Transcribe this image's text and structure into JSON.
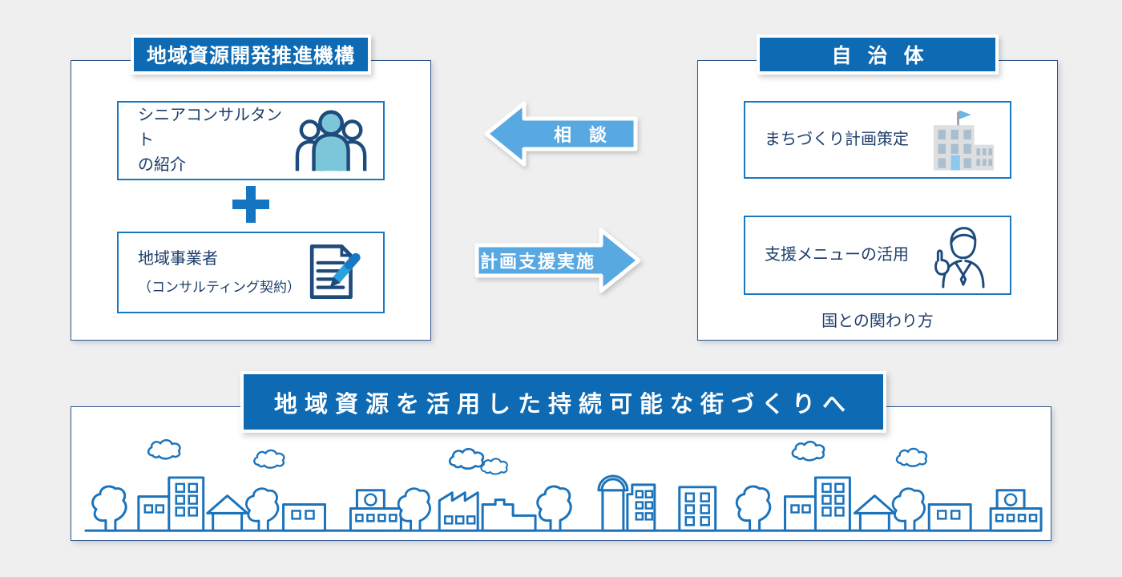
{
  "left_panel": {
    "title": "地域資源開発推進機構",
    "consultant_card": {
      "line1": "シニアコンサルタント",
      "line2": "の紹介",
      "icon": "people-icon"
    },
    "business_card": {
      "line1": "地域事業者",
      "line2": "（コンサルティング契約）",
      "icon": "document-pen-icon"
    },
    "plus_icon": "plus-icon"
  },
  "right_panel": {
    "title": "自治体",
    "plan_card": {
      "label": "まちづくり計画策定",
      "icon": "municipal-building-icon"
    },
    "support_card": {
      "label": "支援メニューの活用",
      "icon": "person-pointing-icon"
    },
    "caption": "国との関わり方"
  },
  "arrows": {
    "consult": {
      "label": "相　談",
      "direction": "left"
    },
    "support": {
      "label": "計画支援実施",
      "direction": "right"
    }
  },
  "banner": {
    "text": "地域資源を活用した持続可能な街づくりへ"
  },
  "scene": {
    "illustration": "cityscape-skyline"
  },
  "colors": {
    "primary_blue": "#0d6ab3",
    "arrow_blue": "#58a8e2",
    "navy_text": "#1d3e6b",
    "icon_navy": "#1d4b7c",
    "card_border": "#1779c4",
    "panel_border": "#2f568a",
    "teal_fill": "#7cc6da",
    "skyline_blue": "#1a73bb",
    "background": "#efeff0"
  }
}
